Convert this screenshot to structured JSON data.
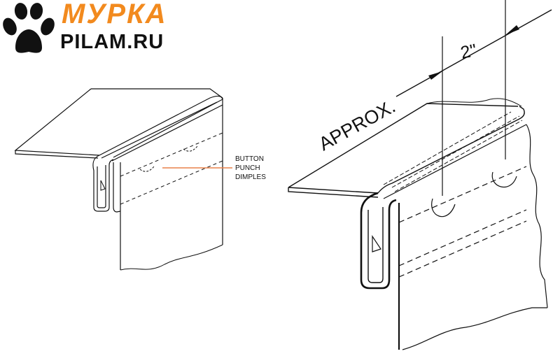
{
  "logo": {
    "brand_top": "МУРКА",
    "brand_bottom": "PILAM.RU",
    "icon": "paw-print-icon",
    "brand_color": "#f28a1e"
  },
  "left_diagram": {
    "callout_lines": [
      "BUTTON",
      "PUNCH",
      "DIMPLES"
    ],
    "leader_color": "#e8824a"
  },
  "right_diagram": {
    "approx_label": "APPROX.",
    "dimension_label": "2\""
  }
}
